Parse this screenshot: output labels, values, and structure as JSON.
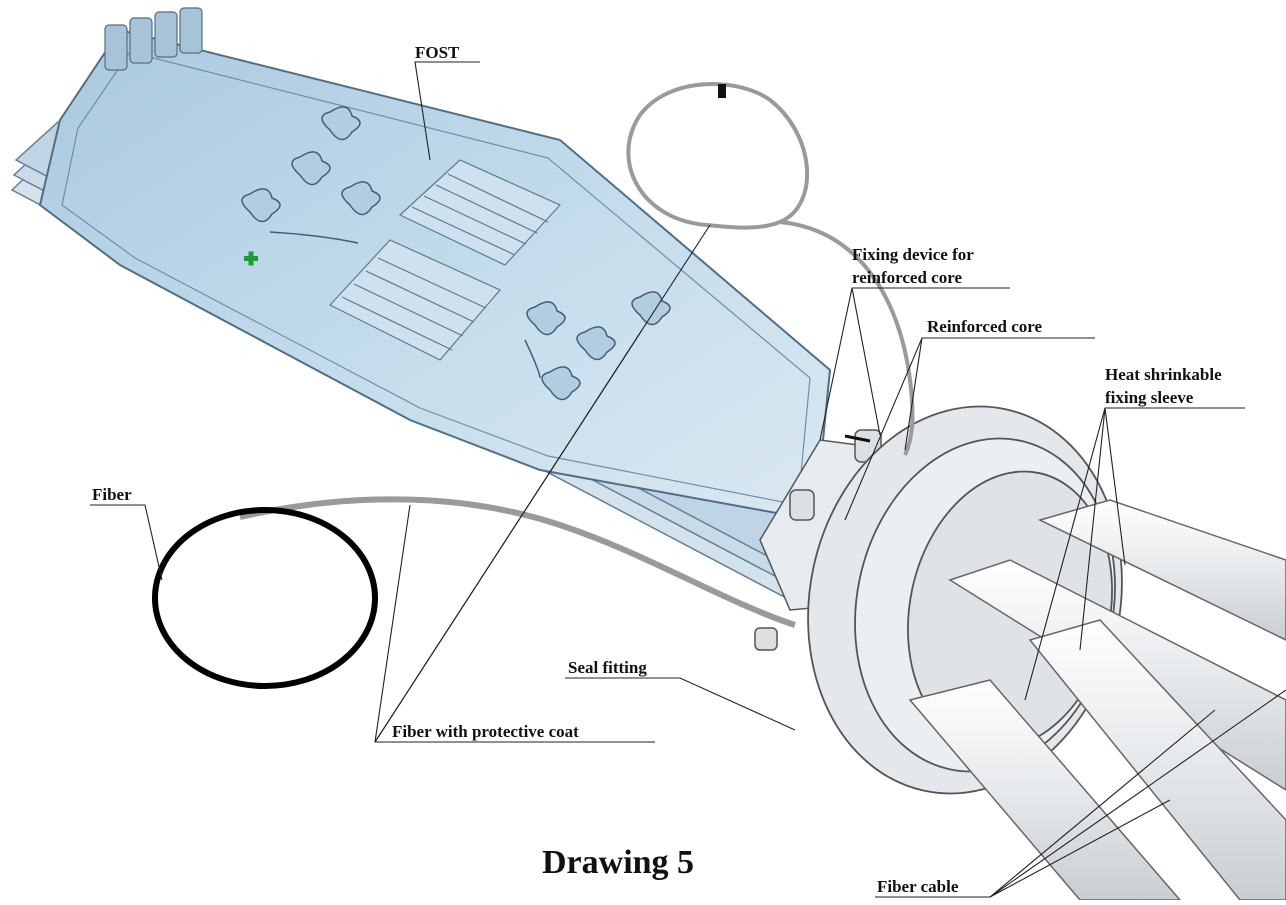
{
  "labels": {
    "fost": "FOST",
    "fixing_device_line1": "Fixing device for",
    "fixing_device_line2": "reinforced core",
    "reinforced_core": "Reinforced core",
    "heat_sleeve_line1": "Heat shrinkable",
    "heat_sleeve_line2": "fixing sleeve",
    "fiber": "Fiber",
    "seal_fitting": "Seal fitting",
    "fiber_protective": "Fiber with protective coat",
    "fiber_cable": "Fiber cable"
  },
  "caption": "Drawing 5",
  "colors": {
    "tray_fill": "#b7d3e6",
    "tray_edge": "#5f7f97",
    "closure_fill": "#e4e8ec",
    "cable_fill": "#eef0f2",
    "fiber_coat": "#9a9a9a",
    "fiber_bare": "#000000",
    "marker_green": "#1e9a3a"
  }
}
